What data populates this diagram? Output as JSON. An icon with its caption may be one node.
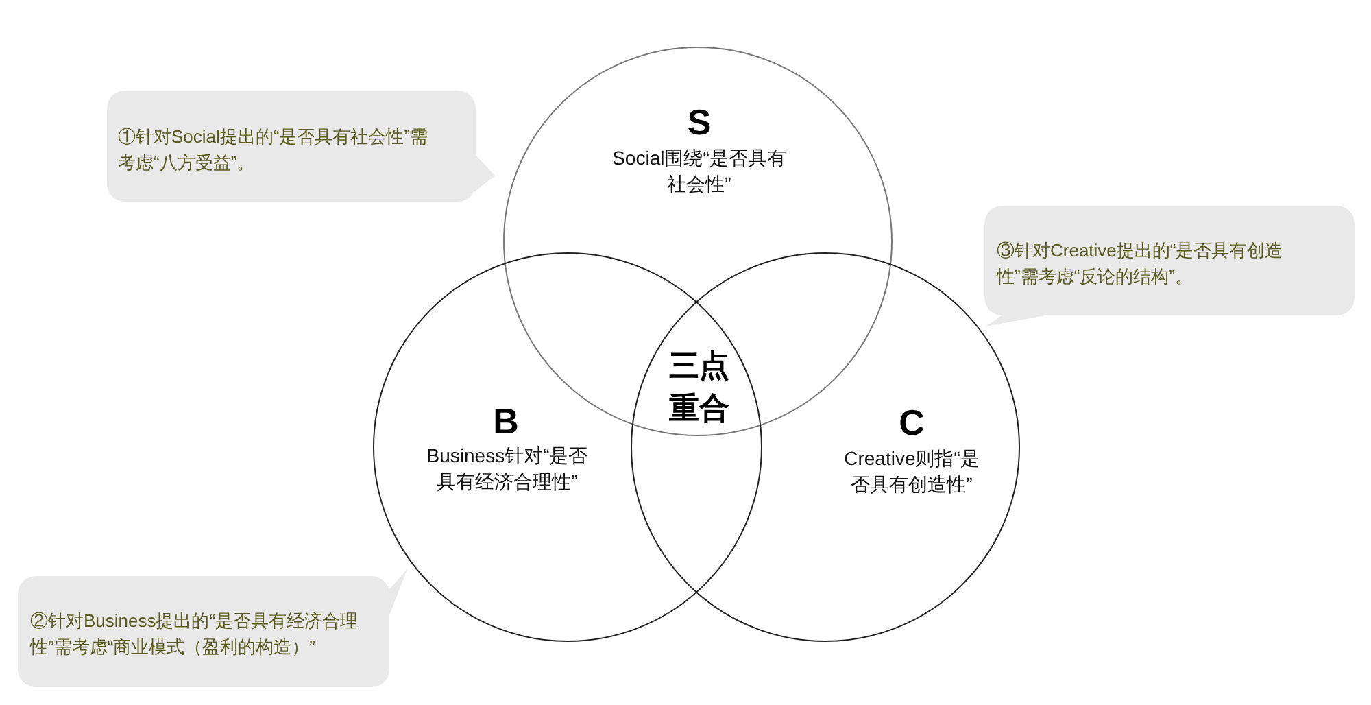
{
  "diagram": {
    "nodes": [
      {
        "text": [
          "①针对Social提出的“是否具有社会性”需考虑“八方受益”。"
        ]
      },
      {
        "text": [
          "S",
          "Social围绕“是否具有社会性”"
        ]
      },
      {
        "text": [
          "③针对Creative提出的“是否具有创造性”需考虑“反论的结构”。"
        ]
      },
      {
        "text": [
          "B",
          "Business针对“是否具有经济合理性”"
        ]
      },
      {
        "text": [
          "C",
          "Creative则指“是否具有创造性”"
        ]
      },
      {
        "text": [
          "②针对Business提出的“是否具有经济合理性”需考虑“商业模式（盈利的构造）”"
        ]
      }
    ],
    "labels": [
      "三点重合"
    ]
  }
}
